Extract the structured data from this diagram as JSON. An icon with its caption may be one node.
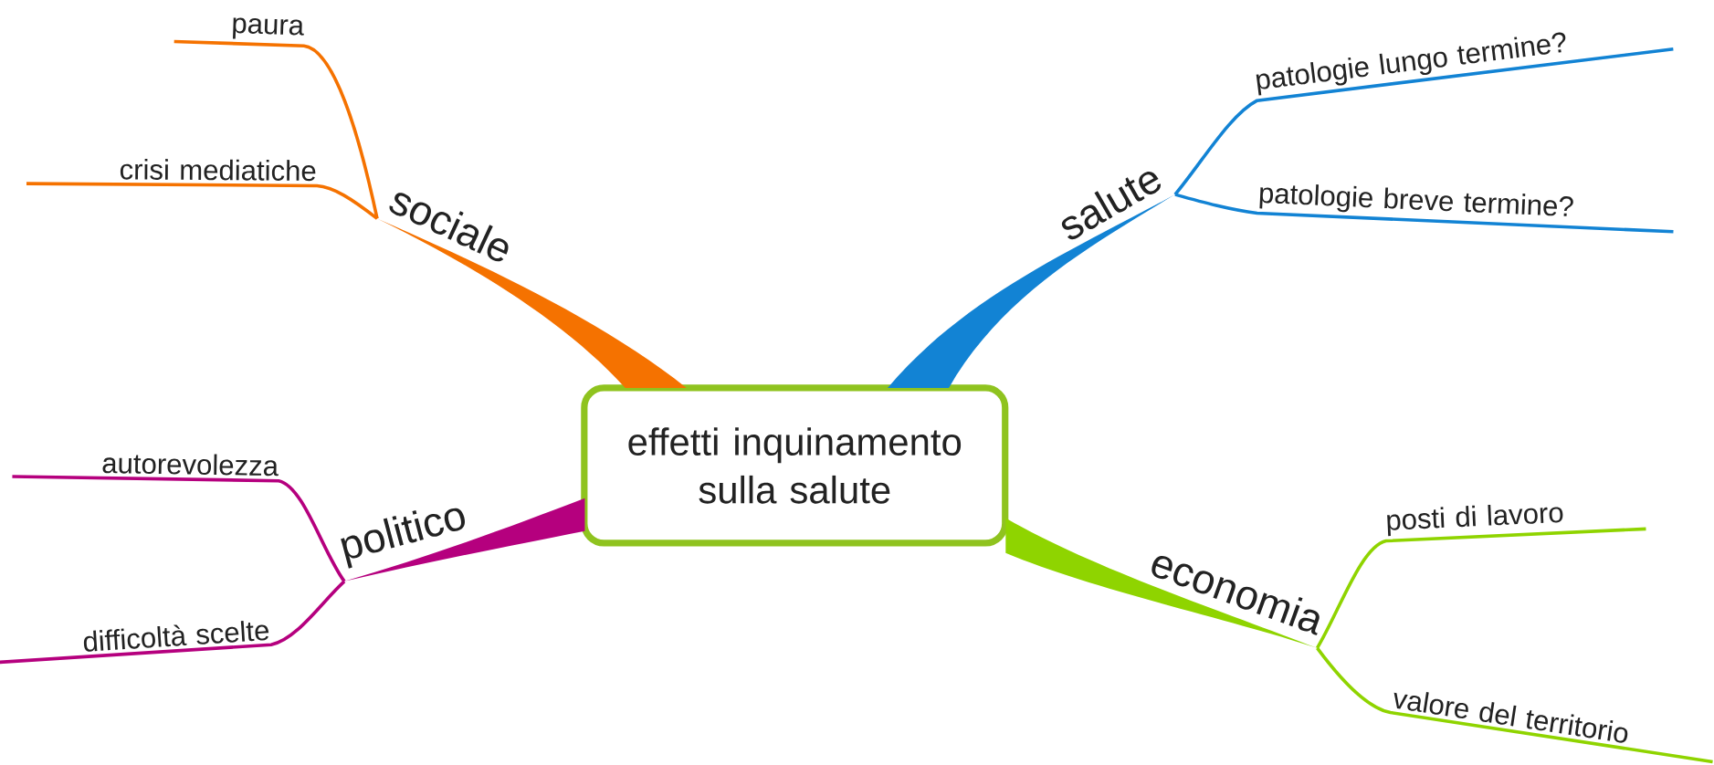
{
  "diagram": {
    "nodes": [
      {
        "text": [
          "effetti inquinamento sulla salute"
        ]
      },
      {
        "text": [
          "sociale"
        ]
      },
      {
        "text": [
          "paura"
        ]
      },
      {
        "text": [
          "crisi mediatiche"
        ]
      },
      {
        "text": [
          "salute"
        ]
      },
      {
        "text": [
          "patologie lungo termine?"
        ]
      },
      {
        "text": [
          "patologie breve termine?"
        ]
      },
      {
        "text": [
          "politico"
        ]
      },
      {
        "text": [
          "autorevolezza"
        ]
      },
      {
        "text": [
          "difficoltà scelte"
        ]
      },
      {
        "text": [
          "economia"
        ]
      },
      {
        "text": [
          "posti di lavoro"
        ]
      },
      {
        "text": [
          "valore del territorio"
        ]
      }
    ],
    "edges": [
      {
        "from": 0,
        "to": 1,
        "arrow": "none",
        "style": "thick",
        "color": "#f57200"
      },
      {
        "from": 1,
        "to": 2,
        "arrow": "none",
        "color": "#f57200"
      },
      {
        "from": 1,
        "to": 3,
        "arrow": "none",
        "color": "#f57200"
      },
      {
        "from": 0,
        "to": 4,
        "arrow": "none",
        "style": "thick",
        "color": "#1283d4"
      },
      {
        "from": 4,
        "to": 5,
        "arrow": "none",
        "color": "#1283d4"
      },
      {
        "from": 4,
        "to": 6,
        "arrow": "none",
        "color": "#1283d4"
      },
      {
        "from": 0,
        "to": 7,
        "arrow": "none",
        "style": "thick",
        "color": "#b5007e"
      },
      {
        "from": 7,
        "to": 8,
        "arrow": "none",
        "color": "#b5007e"
      },
      {
        "from": 7,
        "to": 9,
        "arrow": "none",
        "color": "#b5007e"
      },
      {
        "from": 0,
        "to": 10,
        "arrow": "none",
        "style": "thick",
        "color": "#8fd400"
      },
      {
        "from": 10,
        "to": 11,
        "arrow": "none",
        "color": "#8fd400"
      },
      {
        "from": 10,
        "to": 12,
        "arrow": "none",
        "color": "#8fd400"
      }
    ]
  }
}
